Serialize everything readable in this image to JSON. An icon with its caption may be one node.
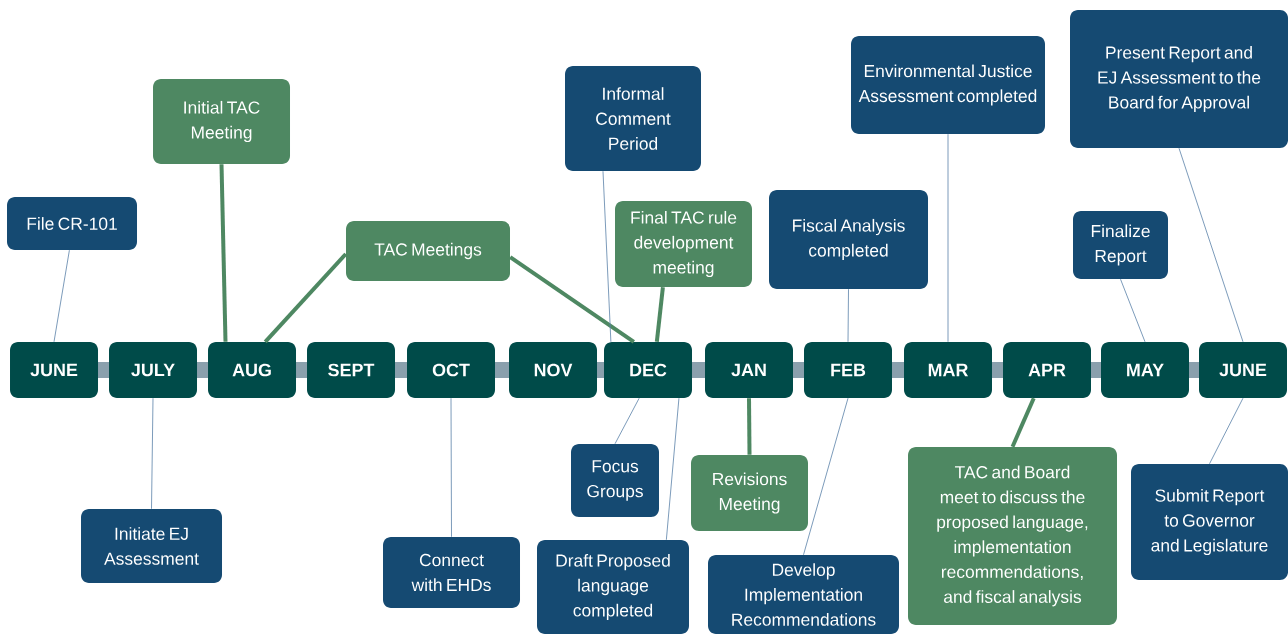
{
  "diagram": {
    "nodes": [
      {
        "text": [
          "JUNE"
        ]
      },
      {
        "text": [
          "JULY"
        ]
      },
      {
        "text": [
          "AUG"
        ]
      },
      {
        "text": [
          "SEPT"
        ]
      },
      {
        "text": [
          "OCT"
        ]
      },
      {
        "text": [
          "NOV"
        ]
      },
      {
        "text": [
          "DEC"
        ]
      },
      {
        "text": [
          "JAN"
        ]
      },
      {
        "text": [
          "FEB"
        ]
      },
      {
        "text": [
          "MAR"
        ]
      },
      {
        "text": [
          "APR"
        ]
      },
      {
        "text": [
          "MAY"
        ]
      },
      {
        "text": [
          "JUNE"
        ]
      },
      {
        "text": [
          "File CR-101"
        ]
      },
      {
        "text": [
          "Initial TAC Meeting"
        ]
      },
      {
        "text": [
          "TAC Meetings"
        ]
      },
      {
        "text": [
          "Informal Comment Period"
        ]
      },
      {
        "text": [
          "Final TAC rule development meeting"
        ]
      },
      {
        "text": [
          "Environmental Justice Assessment completed"
        ]
      },
      {
        "text": [
          "Fiscal Analysis completed"
        ]
      },
      {
        "text": [
          "Present Report and EJ Assessment to the Board for Approval"
        ]
      },
      {
        "text": [
          "Finalize Report"
        ]
      },
      {
        "text": [
          "Initiate EJ Assessment"
        ]
      },
      {
        "text": [
          "Connect with EHDs"
        ]
      },
      {
        "text": [
          "Focus Groups"
        ]
      },
      {
        "text": [
          "Draft Proposed language completed"
        ]
      },
      {
        "text": [
          "Revisions Meeting"
        ]
      },
      {
        "text": [
          "Develop Implementation Recommendations"
        ]
      },
      {
        "text": [
          "TAC and Board meet to discuss the proposed language, implementation recommendations, and fiscal analysis"
        ]
      },
      {
        "text": [
          "Submit Report to Governor and Legislature"
        ]
      },
      {
        "text": [],
        "shape": "bar"
      },
      {
        "text": [],
        "shape": "bar"
      },
      {
        "text": [],
        "shape": "bar"
      },
      {
        "text": [],
        "shape": "bar"
      },
      {
        "text": [],
        "shape": "bar"
      },
      {
        "text": [],
        "shape": "bar"
      },
      {
        "text": [],
        "shape": "bar"
      },
      {
        "text": [],
        "shape": "bar"
      },
      {
        "text": [],
        "shape": "bar"
      },
      {
        "text": [],
        "shape": "bar"
      },
      {
        "text": [],
        "shape": "bar"
      },
      {
        "text": [],
        "shape": "bar"
      }
    ],
    "edges": [
      {
        "from": 13,
        "to": 0,
        "arrow": "none"
      },
      {
        "from": 14,
        "to": 2,
        "arrow": "none",
        "style": "thick",
        "color": "#4e8862"
      },
      {
        "from": 15,
        "to": 2,
        "arrow": "none",
        "style": "thick",
        "color": "#4e8862"
      },
      {
        "from": 15,
        "to": 6,
        "arrow": "none",
        "style": "thick",
        "color": "#4e8862"
      },
      {
        "from": 16,
        "to": 6,
        "arrow": "none"
      },
      {
        "from": 17,
        "to": 6,
        "arrow": "none",
        "style": "thick",
        "color": "#4e8862"
      },
      {
        "from": 18,
        "to": 9,
        "arrow": "none"
      },
      {
        "from": 19,
        "to": 8,
        "arrow": "none"
      },
      {
        "from": 20,
        "to": 12,
        "arrow": "none"
      },
      {
        "from": 21,
        "to": 11,
        "arrow": "none"
      },
      {
        "from": 1,
        "to": 22,
        "arrow": "none"
      },
      {
        "from": 4,
        "to": 23,
        "arrow": "none"
      },
      {
        "from": 6,
        "to": 24,
        "arrow": "none"
      },
      {
        "from": 6,
        "to": 25,
        "arrow": "none"
      },
      {
        "from": 7,
        "to": 26,
        "arrow": "none",
        "style": "thick",
        "color": "#4e8862"
      },
      {
        "from": 8,
        "to": 27,
        "arrow": "none"
      },
      {
        "from": 10,
        "to": 28,
        "arrow": "none",
        "style": "thick",
        "color": "#4e8862"
      },
      {
        "from": 12,
        "to": 29,
        "arrow": "none"
      }
    ]
  }
}
